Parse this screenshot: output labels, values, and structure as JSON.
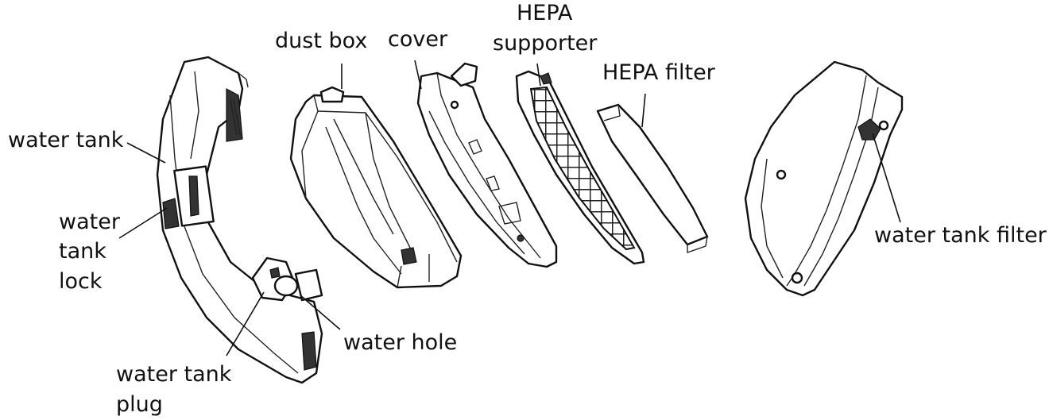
{
  "labels": {
    "top_cut": "",
    "water_tank": "water tank",
    "water_tank_lock_1": "water",
    "water_tank_lock_2": "tank",
    "water_tank_lock_3": "lock",
    "water_tank_plug_1": "water tank",
    "water_tank_plug_2": "plug",
    "water_hole": "water hole",
    "dust_box": "dust box",
    "cover": "cover",
    "hepa_supporter_1": "HEPA",
    "hepa_supporter_2": "supporter",
    "hepa_filter": "HEPA filter",
    "water_tank_filter": "water tank filter"
  }
}
